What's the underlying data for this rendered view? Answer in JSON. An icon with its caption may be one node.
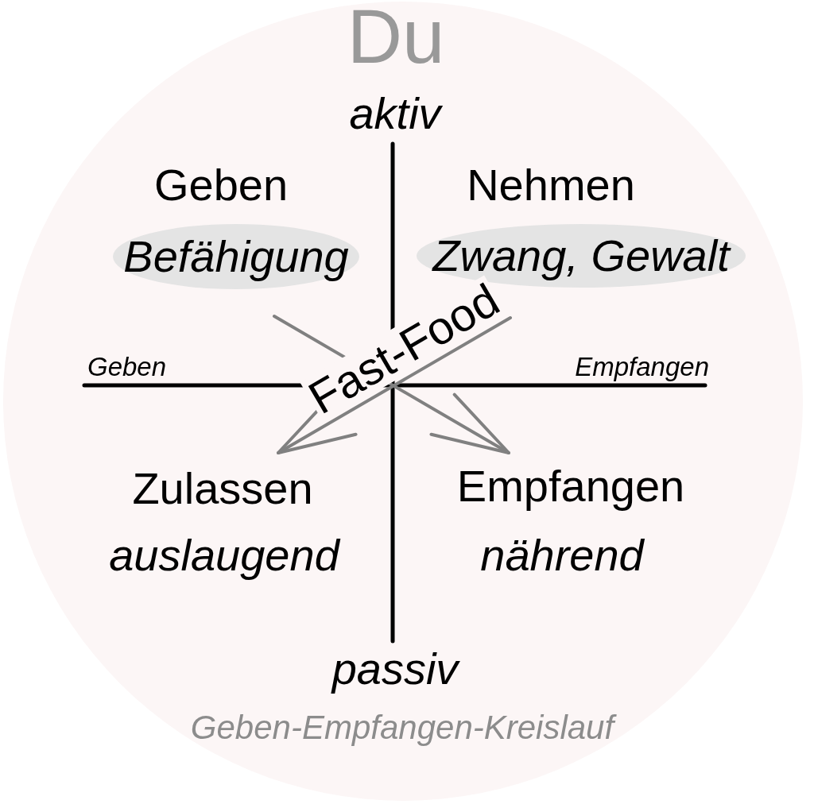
{
  "diagram": {
    "title": "Du",
    "caption": "Geben-Empfangen-Kreislauf",
    "nodes": [
      {
        "text": [
          "Geben",
          "Befähigung"
        ]
      },
      {
        "text": [
          "Nehmen",
          "Zwang, Gewalt"
        ]
      },
      {
        "text": [
          "Zulassen",
          "auslaugend"
        ]
      },
      {
        "text": [
          "Empfangen",
          "nährend"
        ]
      }
    ],
    "edges": [
      {
        "from": 0,
        "to": 3,
        "arrow": "to"
      },
      {
        "from": 1,
        "to": 2,
        "arrow": "to",
        "label": "Fast-Food"
      }
    ],
    "labels": [
      "aktiv",
      "Geben",
      "Empfangen",
      "passiv"
    ]
  }
}
